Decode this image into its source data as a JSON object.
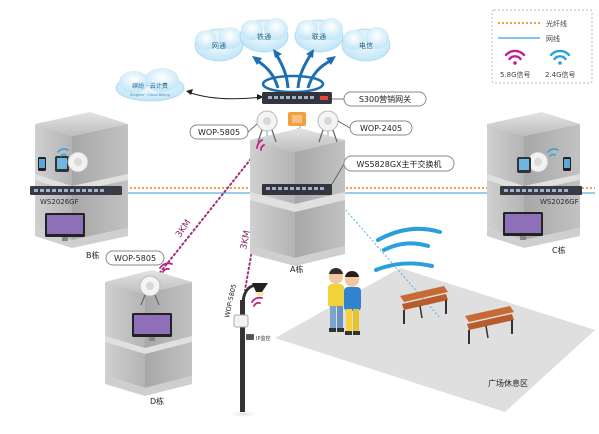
{
  "legend": {
    "fiber_label": "光纤线",
    "network_label": "网线",
    "wifi_5g_label": "5.8G信号",
    "wifi_24g_label": "2.4G信号"
  },
  "cloud": {
    "operators": [
      "网通",
      "铁通",
      "联通",
      "电信"
    ],
    "billing_cloud_title": "缤纷 · 云计费",
    "billing_cloud_subtitle": "Bingfen · Cloud Billing"
  },
  "devices": {
    "gateway": "S300营销网关",
    "ap_left": "WOP-5805",
    "ap_right": "WOP-2405",
    "core_switch": "WS5828GX主干交换机",
    "switch_b": "WS2026GF",
    "switch_c": "WS2026GF",
    "ap_d": "WOP-5805",
    "ap_lamp": "WOP-5805",
    "lamp_tag": "IP监控"
  },
  "buildings": {
    "b": "B栋",
    "a": "A栋",
    "c": "C栋",
    "d": "D栋"
  },
  "distances": {
    "a_to_d": "3KM",
    "a_to_lamp": "3KM"
  },
  "plaza": {
    "label": "广场休息区"
  },
  "colors": {
    "fiber": "#f0a040",
    "network": "#5ab0e0",
    "wifi_5g": "#c0208a",
    "wifi_24g": "#2a9fdc",
    "wireless_link": "#a0307a",
    "building": "#cfcfcf"
  }
}
